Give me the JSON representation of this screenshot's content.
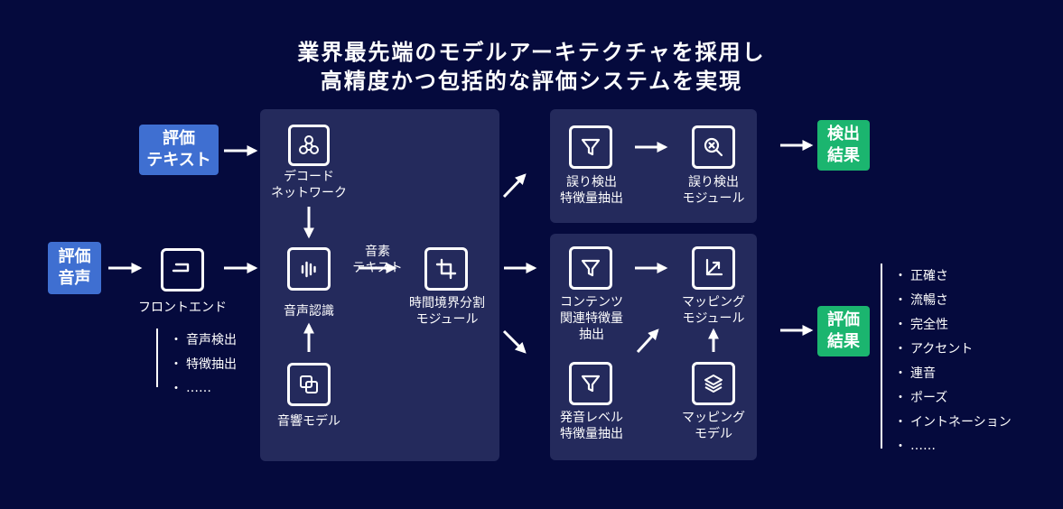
{
  "title": {
    "line1": "業界最先端のモデルアーキテクチャを採用し",
    "line2": "高精度かつ包括的な評価システムを実現"
  },
  "inputs": {
    "text": "評価\nテキスト",
    "audio": "評価\n音声"
  },
  "frontend": {
    "label": "フロントエンド",
    "items": [
      "音声検出",
      "特徴抽出",
      "……"
    ]
  },
  "center": {
    "decode_network": "デコード\nネットワーク",
    "speech_recognition": "音声認識",
    "acoustic_model": "音響モデル",
    "phoneme_text": "音素\nテキスト",
    "segmentation": "時間境界分割\nモジュール"
  },
  "error_panel": {
    "feature": "誤り検出\n特徴量抽出",
    "module": "誤り検出\nモジュール"
  },
  "eval_panel": {
    "content_feature": "コンテンツ\n関連特徴量\n抽出",
    "mapping_module": "マッピング\nモジュール",
    "pron_feature": "発音レベル\n特徴量抽出",
    "mapping_model": "マッピング\nモデル"
  },
  "outputs": {
    "detection": "検出\n結果",
    "evaluation": "評価\n結果"
  },
  "result_items": [
    "正確さ",
    "流暢さ",
    "完全性",
    "アクセント",
    "連音",
    "ポーズ",
    "イントネーション",
    "……"
  ],
  "bullet": "・",
  "colors": {
    "background": "#050a3d",
    "panel": "#242a5c",
    "input_badge": "#3f6fd1",
    "output_badge": "#1bb56f"
  },
  "icons": {
    "frontend": "input-icon",
    "decode_network": "network-icon",
    "speech_recognition": "waveform-icon",
    "acoustic_model": "overlap-squares-icon",
    "segmentation": "crop-icon",
    "error_feature": "filter-icon",
    "error_module": "search-x-icon",
    "content_feature": "filter-icon",
    "mapping_module": "mapping-icon",
    "pron_feature": "filter-icon",
    "mapping_model": "layers-icon"
  }
}
